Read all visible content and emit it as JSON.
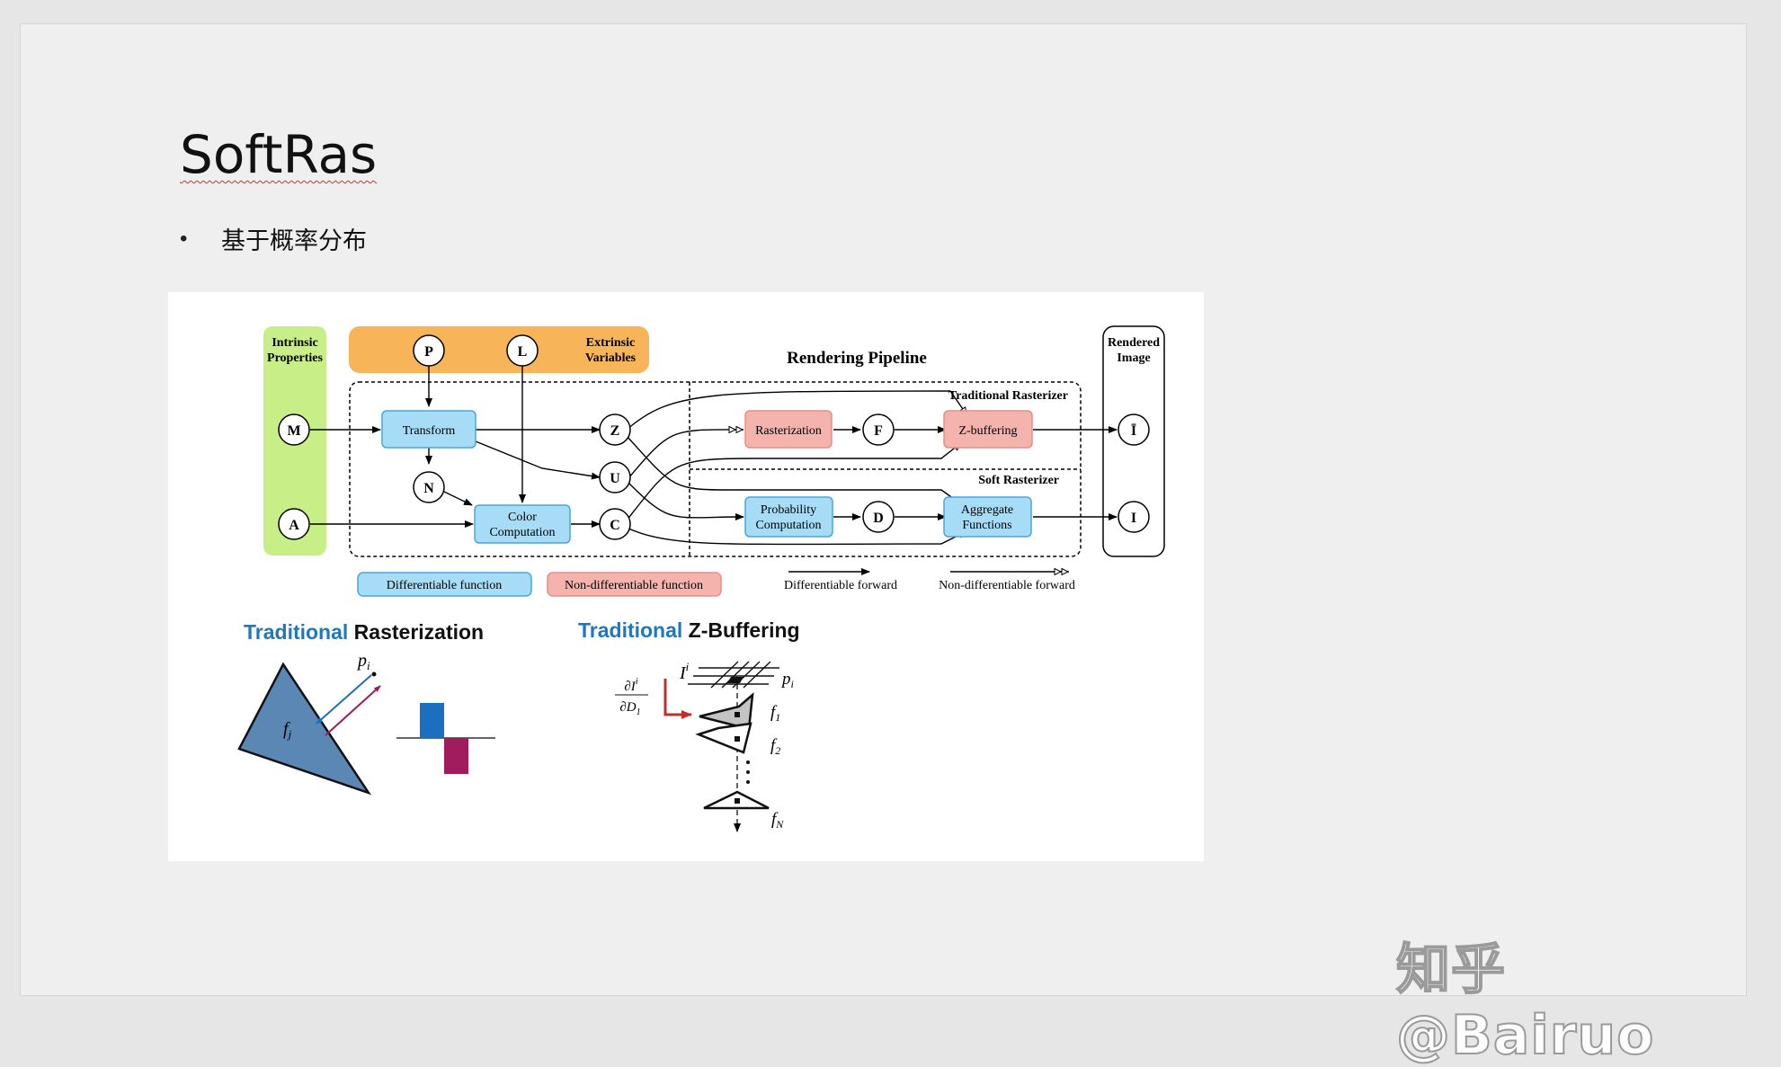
{
  "slide": {
    "title": "SoftRas",
    "bullet": "基于概率分布"
  },
  "diagram": {
    "intrinsic_label_1": "Intrinsic",
    "intrinsic_label_2": "Properties",
    "extrinsic_label_1": "Extrinsic",
    "extrinsic_label_2": "Variables",
    "pipeline_title": "Rendering Pipeline",
    "rendered_label_1": "Rendered",
    "rendered_label_2": "Image",
    "traditional_rasterizer": "Traditional Rasterizer",
    "soft_rasterizer": "Soft Rasterizer",
    "nodes": {
      "M": "M",
      "A": "A",
      "P": "P",
      "L": "L",
      "N": "N",
      "Z": "Z",
      "U": "U",
      "C": "C",
      "F": "F",
      "D": "D",
      "I_bar": "Ī",
      "I": "I"
    },
    "boxes": {
      "transform": "Transform",
      "color_1": "Color",
      "color_2": "Computation",
      "rasterization": "Rasterization",
      "zbuffering": "Z-buffering",
      "prob_1": "Probability",
      "prob_2": "Computation",
      "agg_1": "Aggregate",
      "agg_2": "Functions"
    },
    "legend": {
      "diff_function": "Differentiable function",
      "nondiff_function": "Non-differentiable function",
      "diff_forward": "Differentiable forward",
      "nondiff_forward": "Non-differentiable forward"
    },
    "colors": {
      "intrinsic_green": "#c8ee88",
      "extrinsic_orange": "#f7b459",
      "diff_blue": "#a6dcf5",
      "nondiff_red": "#f4b3ad",
      "title_blue": "#1f77c0"
    },
    "bottom_left": {
      "title_blue": "Traditional",
      "title_black": " Rasterization",
      "p_label": "p",
      "p_sub": "i",
      "f_label": "f",
      "f_sub": "j"
    },
    "bottom_right": {
      "title_blue": "Traditional",
      "title_black": " Z-Buffering",
      "I_label": "I",
      "I_sup": "i",
      "p_label": "p",
      "p_sub": "i",
      "deriv_num": "∂I",
      "deriv_num_sup": "i",
      "deriv_den": "∂D",
      "deriv_den_sub": "1",
      "f1": "f",
      "f1_sub": "1",
      "f2": "f",
      "f2_sub": "2",
      "fN": "f",
      "fN_sub": "N"
    }
  },
  "watermark": "知乎 @Bairuo"
}
